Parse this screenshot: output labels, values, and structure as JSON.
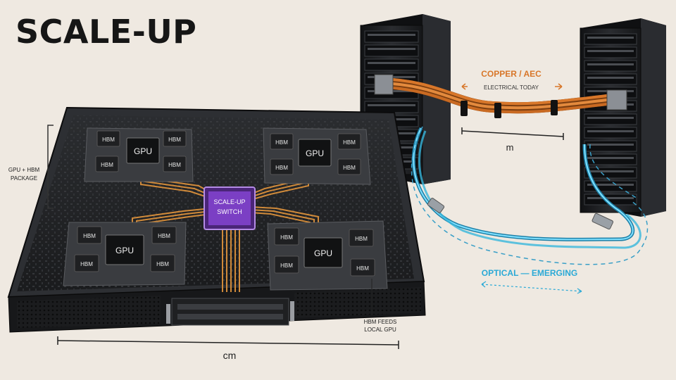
{
  "title": "SCALE-UP",
  "board": {
    "gpu_label": "GPU",
    "hbm_label": "HBM",
    "switch_line1": "SCALE-UP",
    "switch_line2": "SWITCH"
  },
  "annotations": {
    "package_line1": "GPU + HBM",
    "package_line2": "PACKAGE",
    "hbm_feeds_line1": "HBM FEEDS",
    "hbm_feeds_line2": "LOCAL GPU",
    "copper_title": "COPPER / AEC",
    "copper_sub": "ELECTRICAL TODAY",
    "optical_title": "OPTICAL — EMERGING",
    "scale_m": "m",
    "scale_cm": "cm"
  },
  "colors": {
    "background": "#efe9e1",
    "copper": "#d8772a",
    "optical": "#37b6dc",
    "switch": "#7b3fc4",
    "rack": "#1d1f22",
    "board": "#26282b"
  }
}
